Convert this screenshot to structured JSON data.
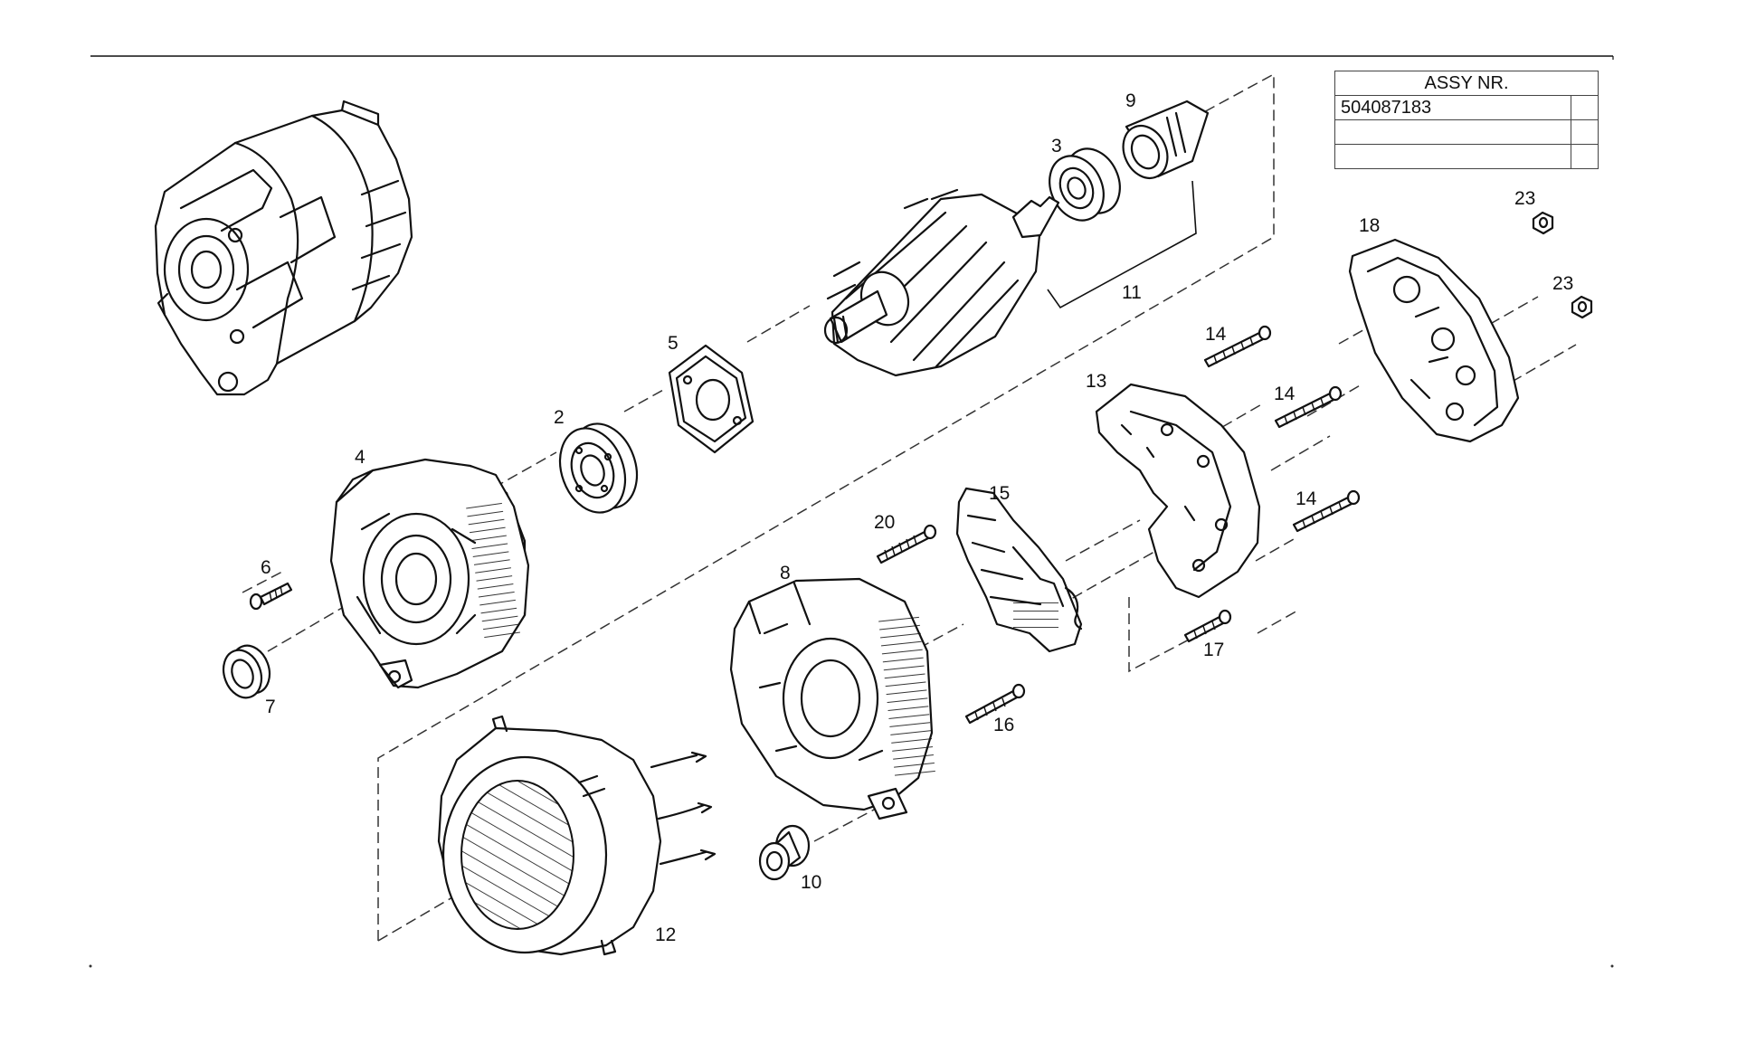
{
  "assy_table": {
    "header": "ASSY NR.",
    "rows": [
      [
        "504087183",
        ""
      ],
      [
        "",
        ""
      ],
      [
        "",
        ""
      ]
    ]
  },
  "callouts": {
    "c2": "2",
    "c3": "3",
    "c4": "4",
    "c5": "5",
    "c6": "6",
    "c7": "7",
    "c8": "8",
    "c9": "9",
    "c10": "10",
    "c11": "11",
    "c12": "12",
    "c13": "13",
    "c14a": "14",
    "c14b": "14",
    "c14c": "14",
    "c15": "15",
    "c16": "16",
    "c17": "17",
    "c18": "18",
    "c20": "20",
    "c23a": "23",
    "c23b": "23"
  }
}
